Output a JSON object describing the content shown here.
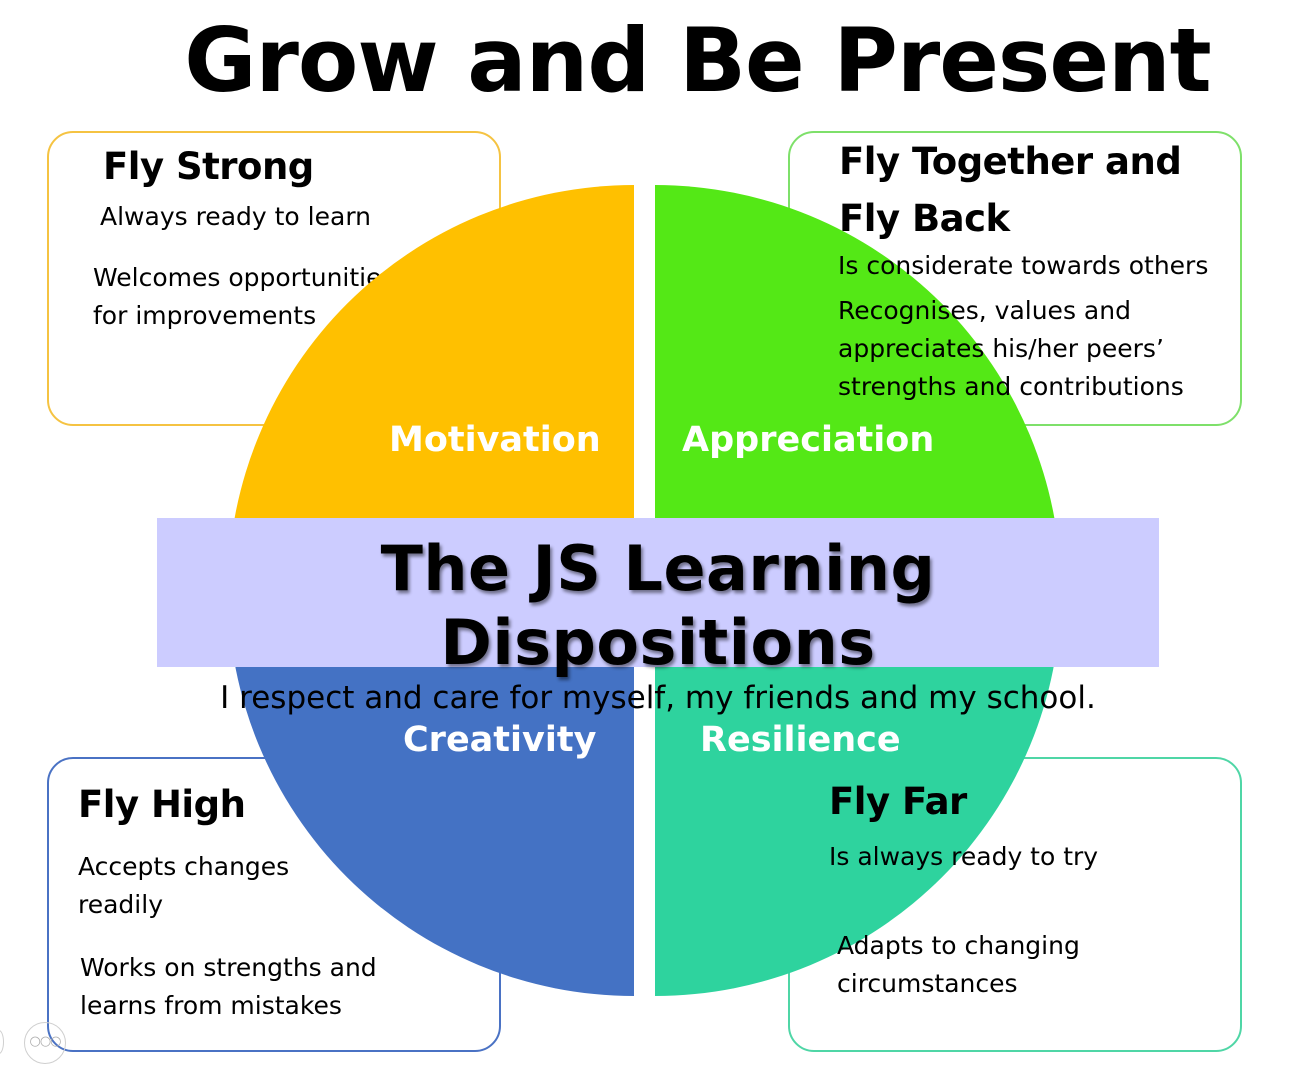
{
  "title": "Grow and Be Present",
  "colors": {
    "motivation": "#ffc000",
    "appreciation": "#54e816",
    "creativity": "#4472c4",
    "resilience": "#2ed39e",
    "banner": "#ccccff",
    "strong_border": "#f5c342",
    "together_border": "#7ee06a",
    "high_border": "#4a72c4",
    "far_border": "#4fd6a6"
  },
  "quadrants": {
    "motivation": "Motivation",
    "appreciation": "Appreciation",
    "creativity": "Creativity",
    "resilience": "Resilience"
  },
  "center": {
    "title": "The JS Learning Dispositions",
    "subtitle": "I respect and care for myself, my friends and my school."
  },
  "boxes": {
    "fly_strong": {
      "heading": "Fly Strong",
      "lines": [
        "Always ready to learn",
        "Welcomes opportunities",
        "for improvements"
      ]
    },
    "fly_together": {
      "heading_1": "Fly Together and",
      "heading_2": "Fly Back",
      "lines": [
        "Is considerate towards others",
        "Recognises, values and",
        "appreciates his/her peers’",
        "strengths and contributions"
      ]
    },
    "fly_high": {
      "heading": "Fly High",
      "lines": [
        "Accepts changes",
        "readily",
        "Works on strengths and",
        "learns from mistakes"
      ]
    },
    "fly_far": {
      "heading": "Fly Far",
      "lines": [
        "Is always ready to try",
        "Adapts to changing",
        "circumstances"
      ]
    }
  },
  "nav": {
    "more_icon": "more-dots-icon"
  }
}
